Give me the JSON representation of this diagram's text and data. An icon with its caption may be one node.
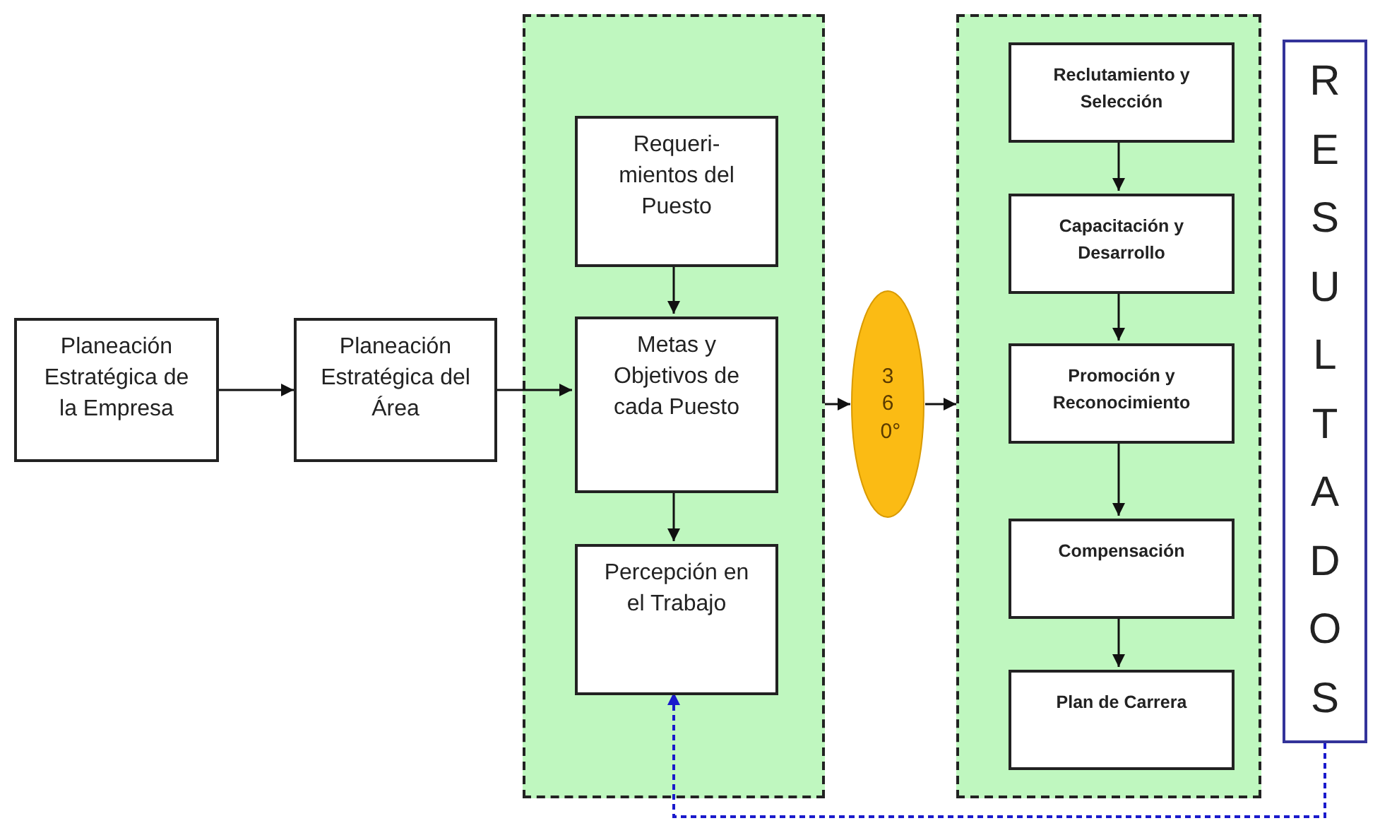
{
  "diagram": {
    "nodes": [
      {
        "text": [
          "Planeación Estratégica de la Empresa"
        ]
      },
      {
        "text": [
          "Planeación Estratégica del Área"
        ]
      },
      {
        "text": [],
        "shape": "box"
      },
      {
        "text": [
          "Requeri-mientos del Puesto"
        ],
        "in": 2
      },
      {
        "text": [
          "Metas y Objetivos de cada Puesto"
        ],
        "in": 2
      },
      {
        "text": [
          "Percepción en el Trabajo"
        ],
        "in": 2
      },
      {
        "text": [
          "360°"
        ]
      },
      {
        "text": [],
        "shape": "box"
      },
      {
        "text": [
          "Reclutamiento y Selección"
        ],
        "in": 7
      },
      {
        "text": [
          "Capacitación y Desarrollo"
        ],
        "in": 7
      },
      {
        "text": [
          "Promoción y Reconocimiento"
        ],
        "in": 7
      },
      {
        "text": [
          "Compensación"
        ],
        "in": 7
      },
      {
        "text": [
          "Plan de Carrera"
        ],
        "in": 7
      },
      {
        "text": [
          "RESULTADOS"
        ]
      }
    ],
    "edges": [
      {
        "from": 0,
        "to": 1,
        "arrow": "to"
      },
      {
        "from": 1,
        "to": 4,
        "arrow": "to"
      },
      {
        "from": 3,
        "to": 4,
        "arrow": "to"
      },
      {
        "from": 4,
        "to": 5,
        "arrow": "to"
      },
      {
        "from": 2,
        "to": 6,
        "arrow": "to"
      },
      {
        "from": 6,
        "to": 7,
        "arrow": "to"
      },
      {
        "from": 8,
        "to": 9,
        "arrow": "to"
      },
      {
        "from": 9,
        "to": 10,
        "arrow": "to"
      },
      {
        "from": 10,
        "to": 11,
        "arrow": "to"
      },
      {
        "from": 11,
        "to": 12,
        "arrow": "to"
      },
      {
        "from": 13,
        "to": 5,
        "arrow": "to",
        "style": "dashed",
        "color": "#1a1acc"
      }
    ]
  }
}
